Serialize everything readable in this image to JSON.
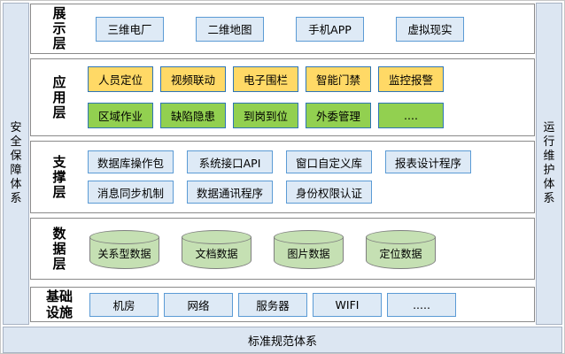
{
  "pillars": {
    "left": "安全保障体系",
    "right": "运行维护体系",
    "bottom": "标准规范体系"
  },
  "layers": [
    {
      "id": "presentation",
      "label": "展示层",
      "rows": [
        {
          "style": "blue",
          "items": [
            "三维电厂",
            "二维地图",
            "手机APP",
            "虚拟现实"
          ]
        }
      ]
    },
    {
      "id": "application",
      "label": "应用层",
      "rows": [
        {
          "style": "yellow",
          "items": [
            "人员定位",
            "视频联动",
            "电子围栏",
            "智能门禁",
            "监控报警"
          ]
        },
        {
          "style": "green",
          "items": [
            "区域作业",
            "缺陷隐患",
            "到岗到位",
            "外委管理",
            "...."
          ]
        }
      ]
    },
    {
      "id": "support",
      "label": "支撑层",
      "rows": [
        {
          "style": "blue",
          "items": [
            "数据库操作包",
            "系统接口API",
            "窗口自定义库",
            "报表设计程序"
          ]
        },
        {
          "style": "blue",
          "items": [
            "消息同步机制",
            "数据通讯程序",
            "身份权限认证"
          ]
        }
      ]
    },
    {
      "id": "data",
      "label": "数据层",
      "rows": [
        {
          "style": "cylinder",
          "items": [
            "关系型数据",
            "文档数据",
            "图片数据",
            "定位数据"
          ]
        }
      ]
    },
    {
      "id": "infrastructure",
      "label": "基础设施",
      "rows": [
        {
          "style": "blue",
          "items": [
            "机房",
            "网络",
            "服务器",
            "WIFI",
            "....."
          ]
        }
      ]
    }
  ],
  "colors": {
    "panel_bg": "#dce6f2",
    "panel_border": "#a7b2c3",
    "layer_border": "#8a8a8a",
    "box_blue_fill": "#deeaf6",
    "box_blue_border": "#5b9bd5",
    "box_yellow_fill": "#ffd966",
    "box_green_fill": "#92d050",
    "box_accent_border": "#2e75b6",
    "cylinder_fill": "#c5e0b3",
    "cylinder_border": "#7f7f7f"
  }
}
